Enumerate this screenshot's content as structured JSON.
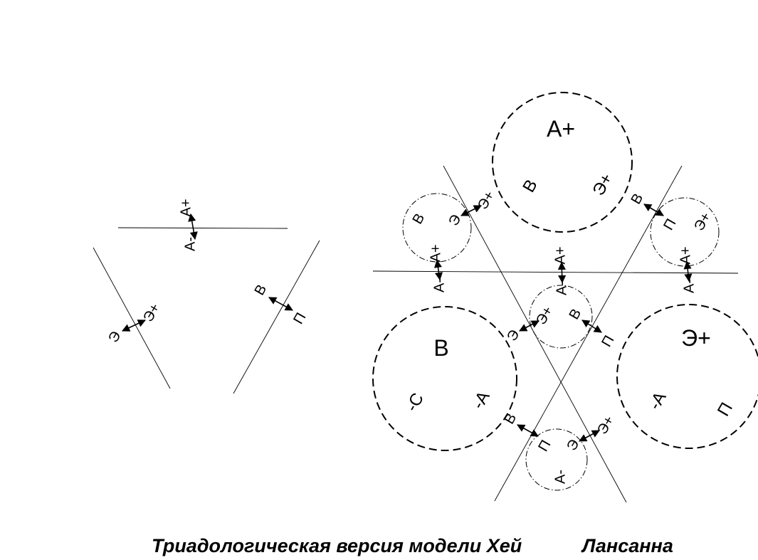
{
  "caption": {
    "main": "Триадологическая версия модели Хей",
    "overlap": "Лансанна"
  },
  "labels": {
    "a_plus": "А+",
    "a_minus": "А-",
    "e_plus": "Э+",
    "e": "Э",
    "v": "В",
    "p": "П",
    "c_minus": "-С",
    "a_minus_rev": "-А"
  }
}
